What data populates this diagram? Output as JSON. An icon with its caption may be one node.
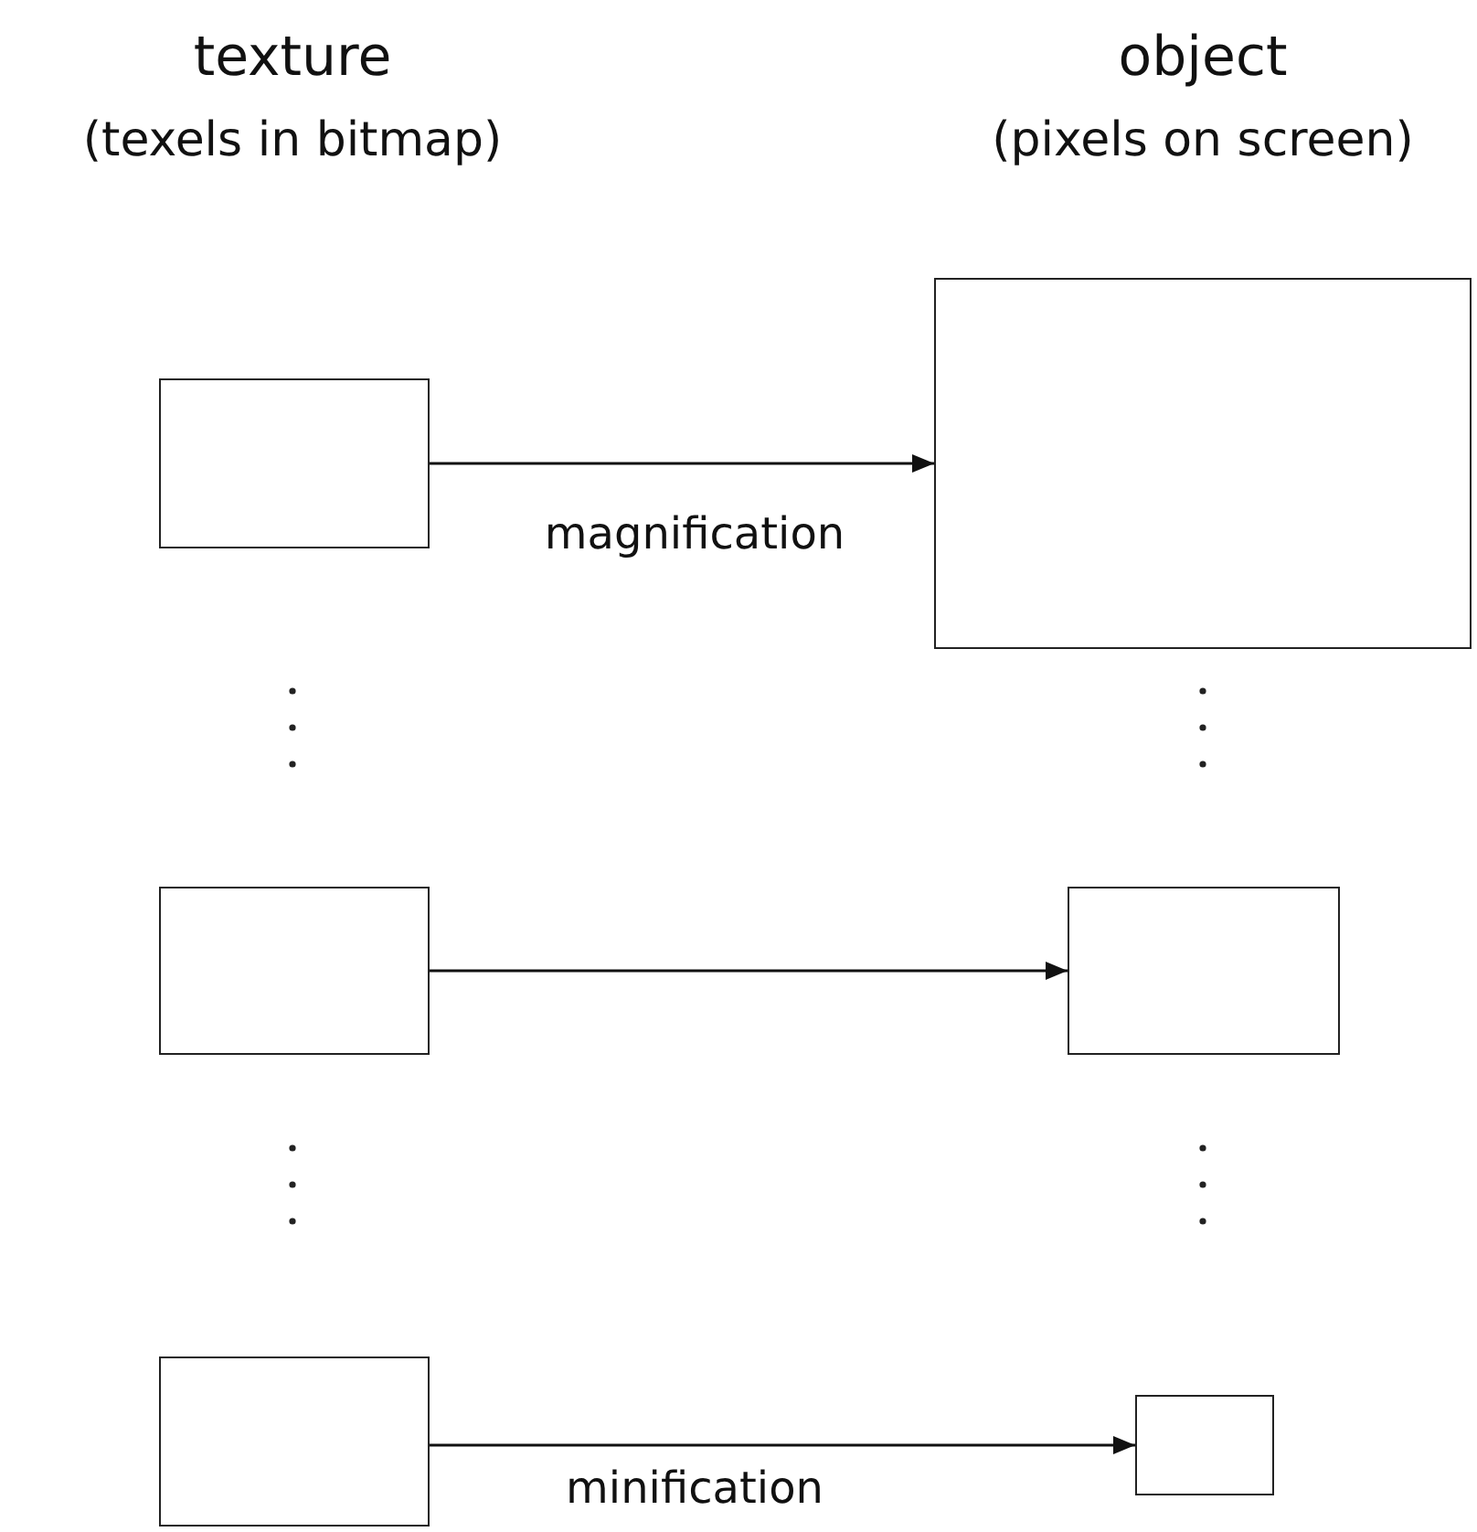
{
  "diagram": {
    "nodes": [
      {
        "text": [],
        "shape": "box"
      },
      {
        "text": [],
        "shape": "box"
      },
      {
        "text": [],
        "shape": "box"
      },
      {
        "text": [],
        "shape": "box"
      },
      {
        "text": [],
        "shape": "box"
      },
      {
        "text": [],
        "shape": "box"
      }
    ],
    "edges": [
      {
        "from": 0,
        "to": 1,
        "arrow": "to",
        "label": "magnification"
      },
      {
        "from": 2,
        "to": 3,
        "arrow": "to"
      },
      {
        "from": 4,
        "to": 5,
        "arrow": "to",
        "label": "minification"
      }
    ],
    "labels": [
      "texture",
      "object",
      "(texels in bitmap)",
      "(pixels on screen)"
    ]
  }
}
